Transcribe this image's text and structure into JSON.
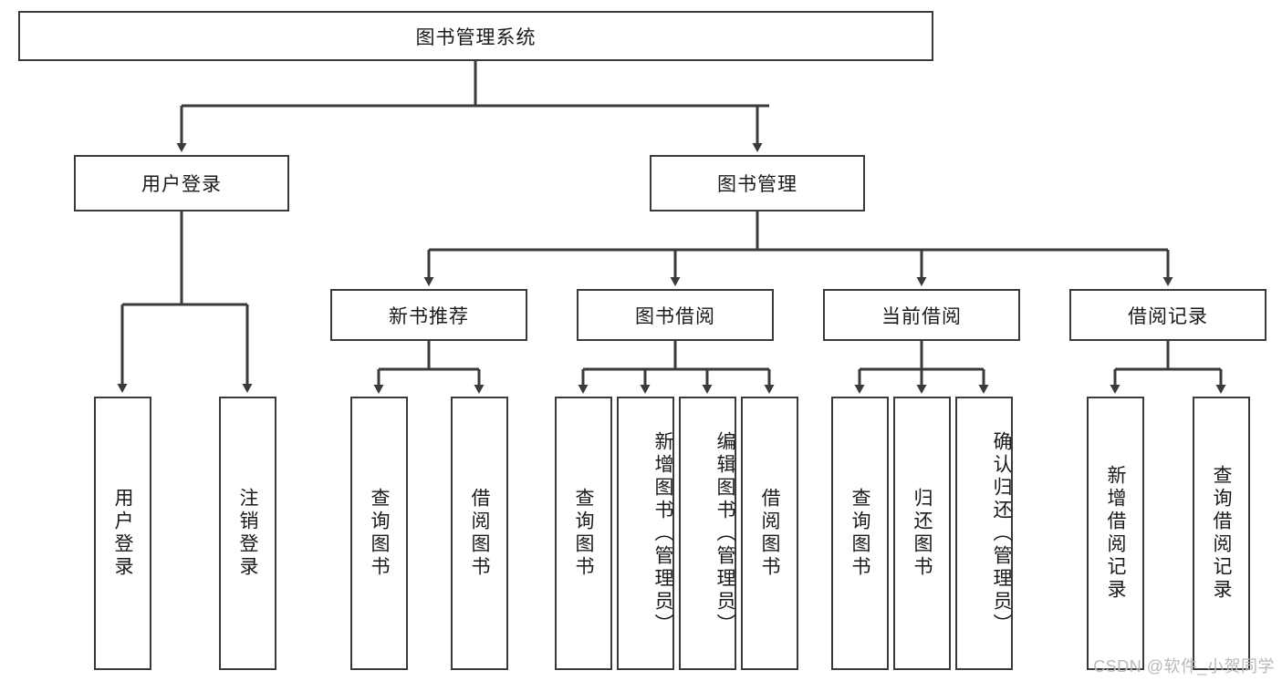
{
  "diagram": {
    "type": "tree-hierarchy-chart",
    "title": "图书管理系统",
    "root": {
      "id": "root",
      "label": "图书管理系统"
    },
    "level2": [
      {
        "id": "user-login",
        "label": "用户登录"
      },
      {
        "id": "book-manage",
        "label": "图书管理"
      }
    ],
    "level3": [
      {
        "id": "new-book-rec",
        "label": "新书推荐",
        "parent": "book-manage"
      },
      {
        "id": "book-borrow",
        "label": "图书借阅",
        "parent": "book-manage"
      },
      {
        "id": "current-borrow",
        "label": "当前借阅",
        "parent": "book-manage"
      },
      {
        "id": "borrow-record",
        "label": "借阅记录",
        "parent": "book-manage"
      }
    ],
    "leaves": [
      {
        "id": "leaf-user-login",
        "label": "用户登录",
        "parent": "user-login"
      },
      {
        "id": "leaf-logout-login",
        "label": "注销登录",
        "parent": "user-login"
      },
      {
        "id": "leaf-query-book-1",
        "label": "查询图书",
        "parent": "new-book-rec"
      },
      {
        "id": "leaf-borrow-book-1",
        "label": "借阅图书",
        "parent": "new-book-rec"
      },
      {
        "id": "leaf-query-book-2",
        "label": "查询图书",
        "parent": "book-borrow"
      },
      {
        "id": "leaf-add-book",
        "label": "新增图书（管理员）",
        "parent": "book-borrow"
      },
      {
        "id": "leaf-edit-book",
        "label": "编辑图书（管理员）",
        "parent": "book-borrow"
      },
      {
        "id": "leaf-borrow-book-2",
        "label": "借阅图书",
        "parent": "book-borrow"
      },
      {
        "id": "leaf-query-book-3",
        "label": "查询图书",
        "parent": "current-borrow"
      },
      {
        "id": "leaf-return-book",
        "label": "归还图书",
        "parent": "current-borrow"
      },
      {
        "id": "leaf-confirm-return",
        "label": "确认归还（管理员）",
        "parent": "current-borrow"
      },
      {
        "id": "leaf-add-record",
        "label": "新增借阅记录",
        "parent": "borrow-record"
      },
      {
        "id": "leaf-query-record",
        "label": "查询借阅记录",
        "parent": "borrow-record"
      }
    ]
  },
  "watermark": {
    "text": "CSDN @软件_小贺同学"
  },
  "colors": {
    "stroke": "#3a3a3a",
    "background": "#ffffff",
    "text": "#1a1a1a",
    "watermark": "#b9b9b9"
  }
}
